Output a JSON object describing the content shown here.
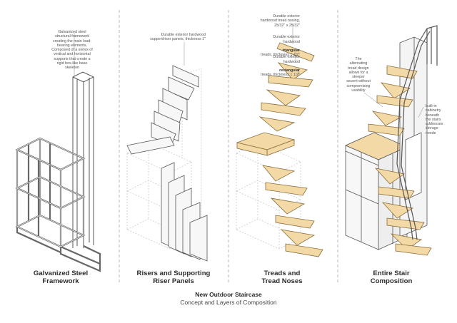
{
  "panels": [
    {
      "title": "Galvanized Steel\nFramework",
      "notes": [
        "Galvanized steel\nstructural framework\ncreating the main load-\nbearing elements.\nComposed of a series of\nvertical and horizontal\nsupports that create a\nrigid box-like base\nskeleton"
      ]
    },
    {
      "title": "Risers and Supporting\nRiser Panels",
      "notes": [
        "Durable exterior hardwood\nsupport/riser panels, thickness 1\""
      ]
    },
    {
      "title": "Treads and\nTread Noses",
      "notes": [
        "Durable exterior\nhardwood tread nosing,\n25/32\" x 25/32\"",
        "Durable exterior\nhardwood",
        "triangular",
        "treads, thickness 1 1/2\"",
        "Durable exterior\nhardwood",
        "rectangular",
        "treads, thickness 1 1/2\""
      ]
    },
    {
      "title": "Entire Stair\nComposition",
      "notes": [
        "The\nalternating\ntread design\nallows for a\nsteeper\nascent without\ncompromising\nusability",
        "built-in\ncabinetry\nbeneath\nthe stairs\naddresses\nstorage\nneeds"
      ]
    }
  ],
  "caption": {
    "title": "New Outdoor Staircase",
    "subtitle": "Concept and Layers of Composition"
  },
  "colors": {
    "steel": "#d9d9d9",
    "steel_edge": "#555555",
    "wood": "#f2d9a6",
    "wood_edge": "#8a6d3b",
    "panel": "#f7f7f7",
    "ghost": "#bbbbbb",
    "divider": "#aaaaaa"
  }
}
